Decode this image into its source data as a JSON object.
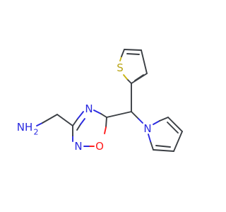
{
  "molecule": {
    "atoms": {
      "amine_n": "NH",
      "amine_h_sub": "2",
      "ring_n_top": "N",
      "ring_n_bottom": "N",
      "ring_o": "O",
      "pyrrole_n": "N",
      "thiophene_s": "S"
    },
    "colors": {
      "carbon_bond": "#3b3f44",
      "nitrogen": "#2a2ae0",
      "oxygen": "#ff1e1e",
      "sulfur": "#c8b414"
    }
  }
}
